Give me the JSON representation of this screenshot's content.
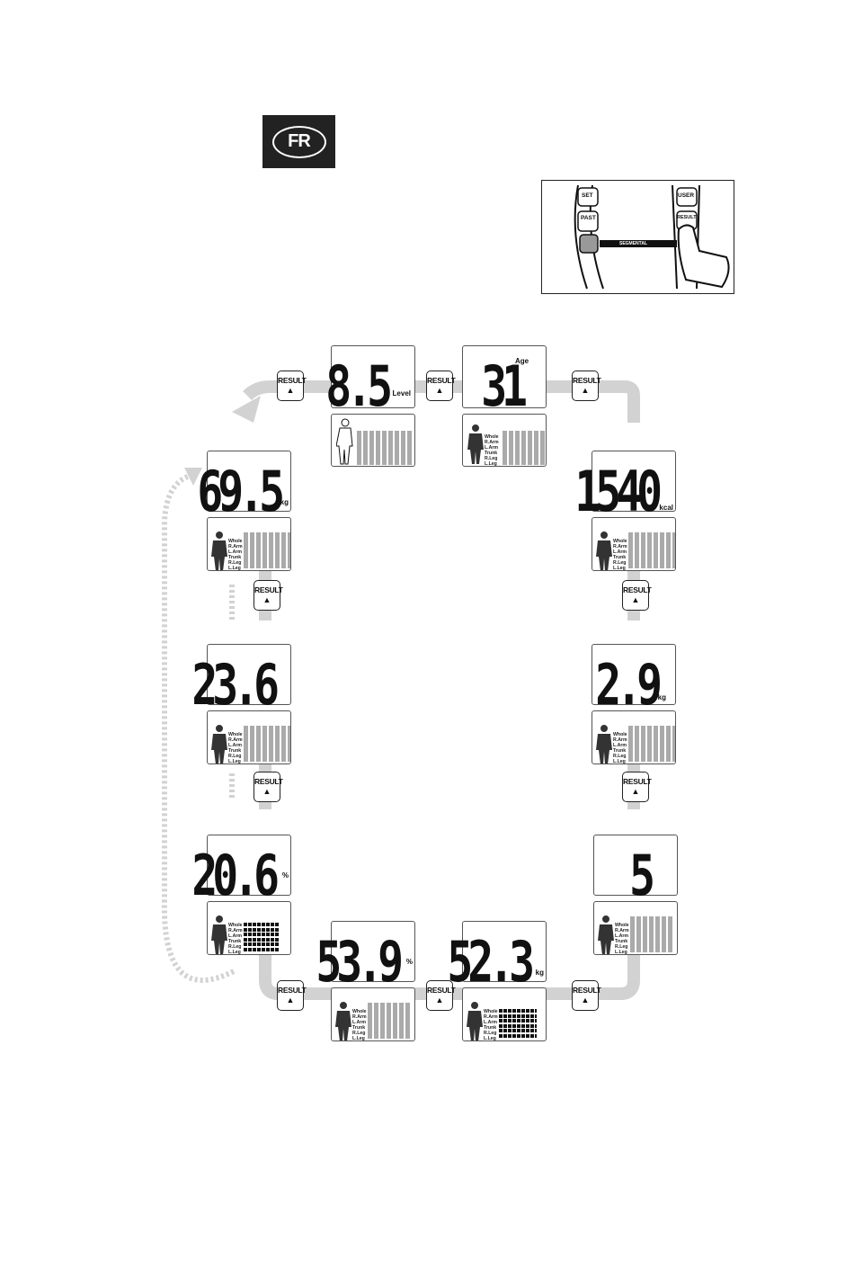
{
  "header": {
    "badge_label": "FR"
  },
  "inset": {
    "set_label": "SET",
    "past_label": "PAST",
    "user_label": "USER",
    "result_label": "RESULT",
    "segmental_label": "SEGMENTAL"
  },
  "result_button_label": "RESULT",
  "segment_labels": [
    "Whole",
    "R.Arm",
    "L.Arm",
    "Trunk",
    "R.Leg",
    "L.Leg"
  ],
  "screens": [
    {
      "value": "8.5",
      "unit": "Level"
    },
    {
      "value": "31",
      "unit": "Age"
    },
    {
      "value": "69.5",
      "unit": "kg"
    },
    {
      "value": "1540",
      "unit": "kcal"
    },
    {
      "value": "23.6",
      "unit": ""
    },
    {
      "value": "2.9",
      "unit": "kg"
    },
    {
      "value": "20.6",
      "unit": "%"
    },
    {
      "value": "5",
      "unit": ""
    },
    {
      "value": "53.9",
      "unit": "%"
    },
    {
      "value": "52.3",
      "unit": "kg"
    }
  ],
  "colors": {
    "path": "#d2d2d2",
    "badge": "#222222"
  }
}
